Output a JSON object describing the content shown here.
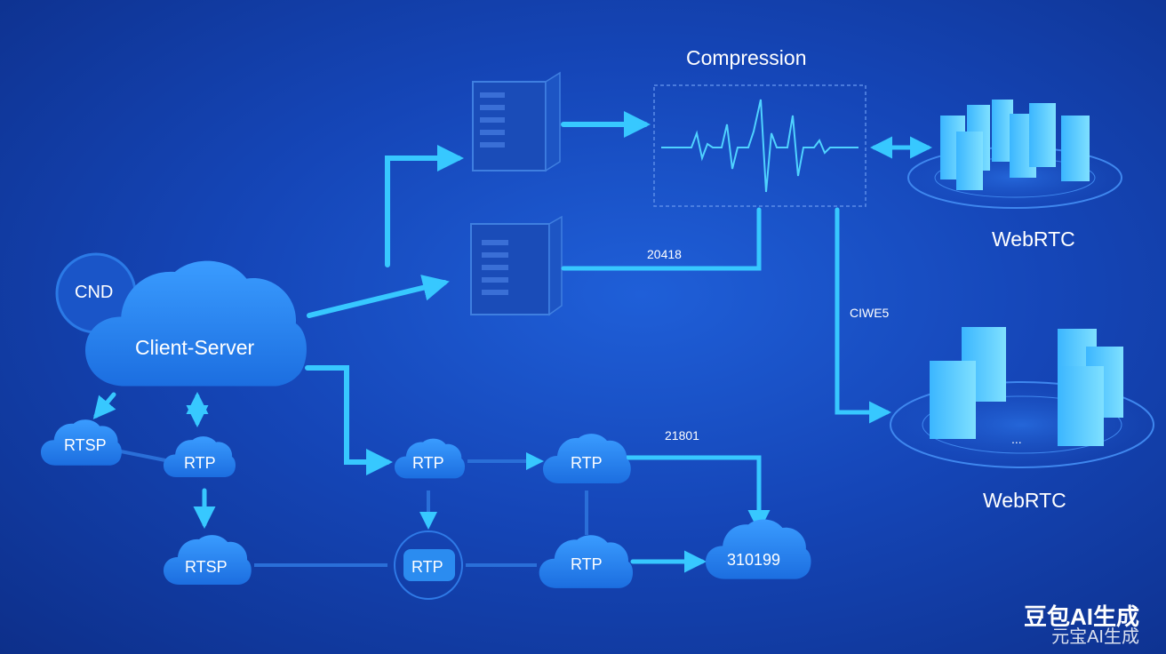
{
  "labels": {
    "compression": "Compression",
    "cnd": "CND",
    "client_server": "Client-Server",
    "webrtc_top": "WebRTC",
    "webrtc_bottom": "WebRTC",
    "num_20418": "20418",
    "num_21801": "21801",
    "num_ciwe5": "CIWE5",
    "num_310199": "310199",
    "ellipsis": "..."
  },
  "nodes": {
    "rtsp_left": "RTSP",
    "rtp_left": "RTP",
    "rtsp_bottom": "RTSP",
    "rtp_mid_top": "RTP",
    "rtp_mid_bottom": "RTP",
    "rtp_right_top": "RTP",
    "rtp_right_bottom": "RTP"
  },
  "watermark": {
    "line1": "豆包AI生成",
    "line2": "元宝AI生成"
  },
  "colors": {
    "arrow": "#37c8ff",
    "cloud": "#2b8cf0",
    "background": "#1546b8",
    "server": "#5fd0ff"
  }
}
